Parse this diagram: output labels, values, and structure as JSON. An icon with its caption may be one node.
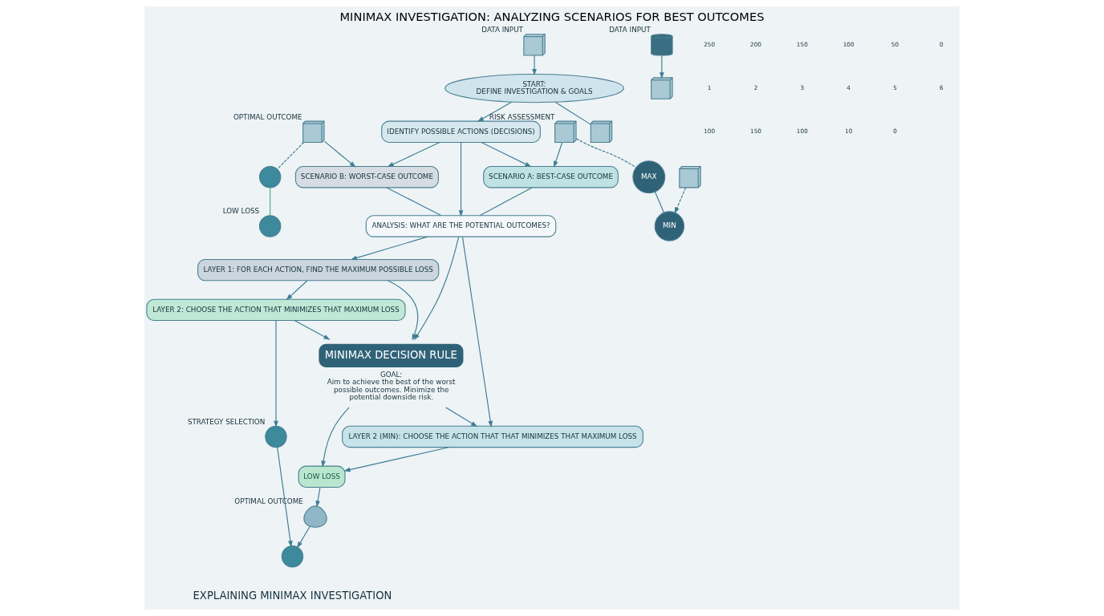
{
  "diagram": {
    "title": "MINIMAX INVESTIGATION: ANALYZING SCENARIOS FOR BEST OUTCOMES",
    "caption": "EXPLAINING MINIMAX INVESTIGATION",
    "nodes": [
      {
        "text": [
          "START:",
          "DEFINE INVESTIGATION & GOALS"
        ]
      },
      {
        "text": [],
        "shape": "picture",
        "beside": [
          "DATA INPUT"
        ]
      },
      {
        "text": [
          "IDENTIFY POSSIBLE ACTIONS (DECISIONS)"
        ]
      },
      {
        "text": [
          "SCENARIO A: BEST-CASE OUTCOME"
        ]
      },
      {
        "text": [
          "SCENARIO B: WORST-CASE OUTCOME"
        ]
      },
      {
        "text": [
          "ANALYSIS: WHAT ARE THE POTENTIAL OUTCOMES?"
        ]
      },
      {
        "text": [
          "LAYER 1: FOR EACH ACTION, FIND THE MAXIMUM POSSIBLE LOSS"
        ]
      },
      {
        "text": [
          "LAYER 2: CHOOSE THE ACTION THAT MINIMIZES THAT MAXIMUM LOSS"
        ]
      },
      {
        "text": [
          "MINIMAX DECISION RULE"
        ],
        "beside": [
          "GOAL:",
          "Aim to achieve the best of the worst possible outcomes. Minimize the potential downside risk."
        ]
      },
      {
        "text": [
          "LAYER 2 (MIN): CHOOSE THE ACTION THAT THAT MINIMIZES THAT MAXIMUM LOSS"
        ]
      },
      {
        "text": [
          "LOW LOSS"
        ]
      },
      {
        "text": [],
        "shape": "person",
        "beside": [
          "OPTIMAL OUTCOME"
        ]
      },
      {
        "text": [],
        "shape": "circle"
      },
      {
        "text": [],
        "shape": "circle",
        "beside": [
          "STRATEGY SELECTION"
        ]
      },
      {
        "text": [
          "MAX"
        ]
      },
      {
        "text": [
          "MIN"
        ]
      },
      {
        "text": [],
        "shape": "picture"
      },
      {
        "text": [],
        "shape": "picture",
        "beside": [
          "RISK ASSESSMENT"
        ]
      },
      {
        "text": [],
        "shape": "cylinder",
        "beside": [
          "DATA INPUT"
        ]
      },
      {
        "text": [],
        "shape": "picture"
      },
      {
        "text": [],
        "shape": "picture",
        "beside": [
          "OPTIMAL OUTCOME"
        ]
      },
      {
        "text": [],
        "shape": "circle"
      },
      {
        "text": [],
        "shape": "circle",
        "beside": [
          "LOW LOSS"
        ]
      },
      {
        "text": [],
        "shape": "picture"
      }
    ],
    "edges": [
      {
        "from": 1,
        "to": 0,
        "arrow": "to"
      },
      {
        "from": 0,
        "to": 23,
        "arrow": "none"
      },
      {
        "from": 0,
        "to": 2,
        "arrow": "to"
      },
      {
        "from": 2,
        "to": 3,
        "arrow": "to"
      },
      {
        "from": 2,
        "to": 4,
        "arrow": "to"
      },
      {
        "from": 2,
        "to": 5,
        "arrow": "to"
      },
      {
        "from": 3,
        "to": 5,
        "arrow": "none"
      },
      {
        "from": 4,
        "to": 5,
        "arrow": "none"
      },
      {
        "from": 5,
        "to": 6,
        "arrow": "to"
      },
      {
        "from": 5,
        "to": 9,
        "arrow": "to"
      },
      {
        "from": 5,
        "to": 8,
        "arrow": "to"
      },
      {
        "from": 6,
        "to": 7,
        "arrow": "to"
      },
      {
        "from": 6,
        "to": 8,
        "arrow": "to"
      },
      {
        "from": 7,
        "to": 8,
        "arrow": "to"
      },
      {
        "from": 8,
        "to": 9,
        "arrow": "to"
      },
      {
        "from": 8,
        "to": 10,
        "arrow": "to"
      },
      {
        "from": 9,
        "to": 10,
        "arrow": "to"
      },
      {
        "from": 10,
        "to": 11,
        "arrow": "to"
      },
      {
        "from": 7,
        "to": 13,
        "arrow": "to"
      },
      {
        "from": 13,
        "to": 12,
        "arrow": "to"
      },
      {
        "from": 11,
        "to": 12,
        "arrow": "to"
      },
      {
        "from": 18,
        "to": 19,
        "arrow": "to"
      },
      {
        "from": 17,
        "to": 3,
        "arrow": "to"
      },
      {
        "from": 17,
        "to": 14,
        "arrow": "none",
        "style": "dashed"
      },
      {
        "from": 14,
        "to": 15,
        "arrow": "none"
      },
      {
        "from": 16,
        "to": 15,
        "arrow": "to",
        "style": "dashed"
      },
      {
        "from": 20,
        "to": 4,
        "arrow": "to"
      },
      {
        "from": 20,
        "to": 21,
        "arrow": "none",
        "style": "dashed"
      },
      {
        "from": 21,
        "to": 22,
        "arrow": "none",
        "color": "#4caf7d"
      }
    ],
    "labels": [
      "250",
      "200",
      "150",
      "100",
      "50",
      "0",
      "1",
      "2",
      "3",
      "4",
      "5",
      "6",
      "100",
      "150",
      "100",
      "10",
      "0"
    ]
  }
}
